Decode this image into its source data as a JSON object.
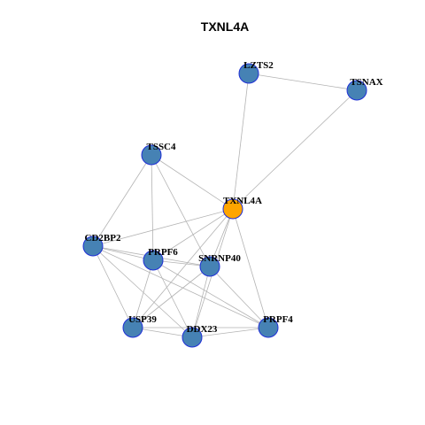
{
  "title": "TXNL4A",
  "colors": {
    "node_fill": "#4682b4",
    "center_fill": "#ffa500",
    "node_stroke": "#1f2fd6",
    "edge": "#b3b3b3"
  },
  "center": "TXNL4A",
  "nodes": [
    {
      "id": "LZTS2",
      "label": "LZTS2"
    },
    {
      "id": "TSNAX",
      "label": "TSNAX"
    },
    {
      "id": "TSSC4",
      "label": "TSSC4"
    },
    {
      "id": "TXNL4A",
      "label": "TXNL4A"
    },
    {
      "id": "CD2BP2",
      "label": "CD2BP2"
    },
    {
      "id": "PRPF6",
      "label": "PRPF6"
    },
    {
      "id": "SNRNP40",
      "label": "SNRNP40"
    },
    {
      "id": "USP39",
      "label": "USP39"
    },
    {
      "id": "DDX23",
      "label": "DDX23"
    },
    {
      "id": "PRPF4",
      "label": "PRPF4"
    }
  ],
  "edges": [
    [
      "LZTS2",
      "TSNAX"
    ],
    [
      "LZTS2",
      "TXNL4A"
    ],
    [
      "TSNAX",
      "TXNL4A"
    ],
    [
      "TSSC4",
      "TXNL4A"
    ],
    [
      "TSSC4",
      "CD2BP2"
    ],
    [
      "TSSC4",
      "PRPF6"
    ],
    [
      "TSSC4",
      "SNRNP40"
    ],
    [
      "TXNL4A",
      "CD2BP2"
    ],
    [
      "TXNL4A",
      "PRPF6"
    ],
    [
      "TXNL4A",
      "SNRNP40"
    ],
    [
      "TXNL4A",
      "USP39"
    ],
    [
      "TXNL4A",
      "DDX23"
    ],
    [
      "TXNL4A",
      "PRPF4"
    ],
    [
      "CD2BP2",
      "PRPF6"
    ],
    [
      "CD2BP2",
      "SNRNP40"
    ],
    [
      "CD2BP2",
      "USP39"
    ],
    [
      "CD2BP2",
      "DDX23"
    ],
    [
      "CD2BP2",
      "PRPF4"
    ],
    [
      "PRPF6",
      "SNRNP40"
    ],
    [
      "PRPF6",
      "USP39"
    ],
    [
      "PRPF6",
      "DDX23"
    ],
    [
      "PRPF6",
      "PRPF4"
    ],
    [
      "SNRNP40",
      "USP39"
    ],
    [
      "SNRNP40",
      "DDX23"
    ],
    [
      "SNRNP40",
      "PRPF4"
    ],
    [
      "USP39",
      "DDX23"
    ],
    [
      "USP39",
      "PRPF4"
    ],
    [
      "DDX23",
      "PRPF4"
    ]
  ]
}
